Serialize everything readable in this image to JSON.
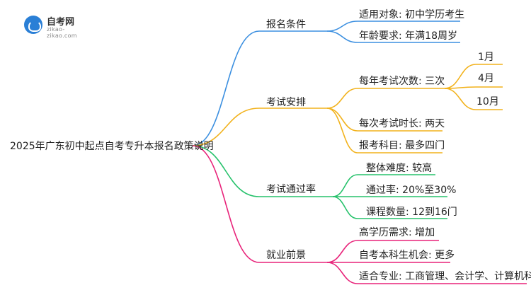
{
  "logo": {
    "title": "自考网",
    "subtitle": "zikao-zikao.com"
  },
  "root": "2025年广东初中起点自考专升本报名政策说明",
  "branches": [
    {
      "label": "报名条件",
      "color": "#3b8fe0",
      "children": [
        {
          "label": "适用对象: 初中学历考生"
        },
        {
          "label": "年龄要求: 年满18周岁"
        }
      ]
    },
    {
      "label": "考试安排",
      "color": "#f2b21c",
      "children": [
        {
          "label": "每年考试次数: 三次",
          "children": [
            "1月",
            "4月",
            "10月"
          ]
        },
        {
          "label": "每次考试时长: 两天"
        },
        {
          "label": "报考科目: 最多四门"
        }
      ]
    },
    {
      "label": "考试通过率",
      "color": "#27c26c",
      "children": [
        {
          "label": "整体难度: 较高"
        },
        {
          "label": "通过率: 20%至30%"
        },
        {
          "label": "课程数量: 12到16门"
        }
      ]
    },
    {
      "label": "就业前景",
      "color": "#e8237a",
      "children": [
        {
          "label": "高学历需求: 增加"
        },
        {
          "label": "自考本科生机会: 更多"
        },
        {
          "label": "适合专业: 工商管理、会计学、计算机科学"
        }
      ]
    }
  ]
}
